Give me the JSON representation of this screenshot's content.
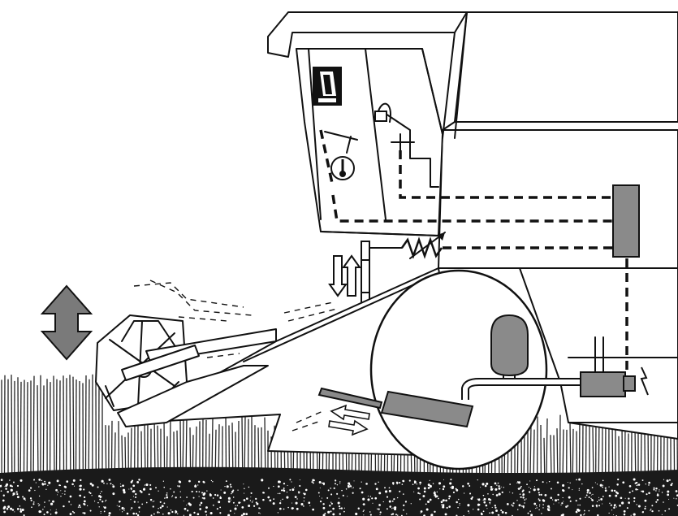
{
  "diagram": {
    "subject": "combine-harvester-header-height-control",
    "colors": {
      "ink": "#111111",
      "component_fill": "#8a8a8a",
      "background": "#ffffff",
      "ground": "#1a1a1a"
    },
    "icons": {
      "lift_arrow": "double-headed-vertical-arrow",
      "sensor_arrows": "up-down-arrow-pair",
      "flow_arrows": "left-right-arrow-pair",
      "electric": "lightning-bolt"
    }
  }
}
